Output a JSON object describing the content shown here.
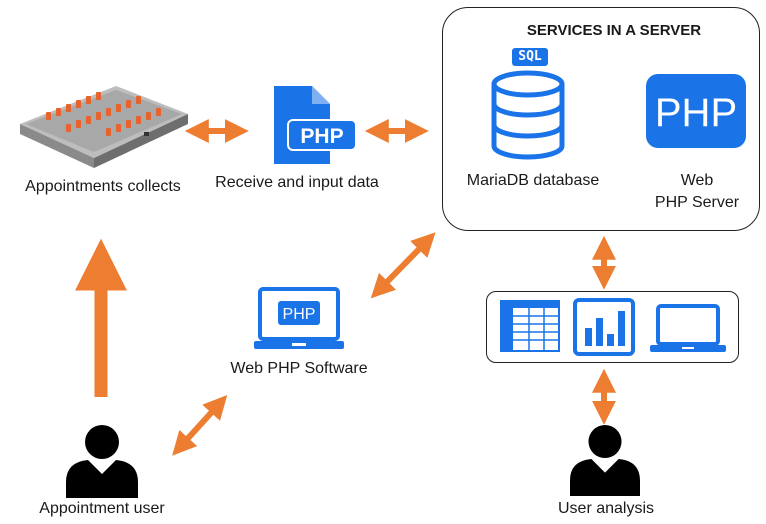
{
  "colors": {
    "blue": "#1a74e8",
    "orange": "#ed7d31",
    "device_gray": "#9a9a9a",
    "person": "#000000"
  },
  "nodes": {
    "appointments_collects": {
      "label": "Appointments collects",
      "icon": "collector-device-icon"
    },
    "receive_input": {
      "label": "Receive and input data",
      "icon": "php-file-icon",
      "icon_text": "PHP"
    },
    "server": {
      "title": "SERVICES IN A SERVER",
      "mariadb": {
        "label": "MariaDB database",
        "badge": "SQL",
        "icon": "database-icon"
      },
      "php_server": {
        "label_line1": "Web",
        "label_line2": "PHP Server",
        "icon_text": "PHP"
      }
    },
    "web_php_software": {
      "label": "Web PHP Software",
      "icon_text": "PHP"
    },
    "analysis_tools": {
      "icons": [
        "spreadsheet-icon",
        "bar-chart-icon",
        "laptop-icon"
      ]
    },
    "appointment_user": {
      "label": "Appointment user",
      "icon": "user-icon"
    },
    "user_analysis": {
      "label": "User analysis",
      "icon": "user-icon"
    }
  }
}
